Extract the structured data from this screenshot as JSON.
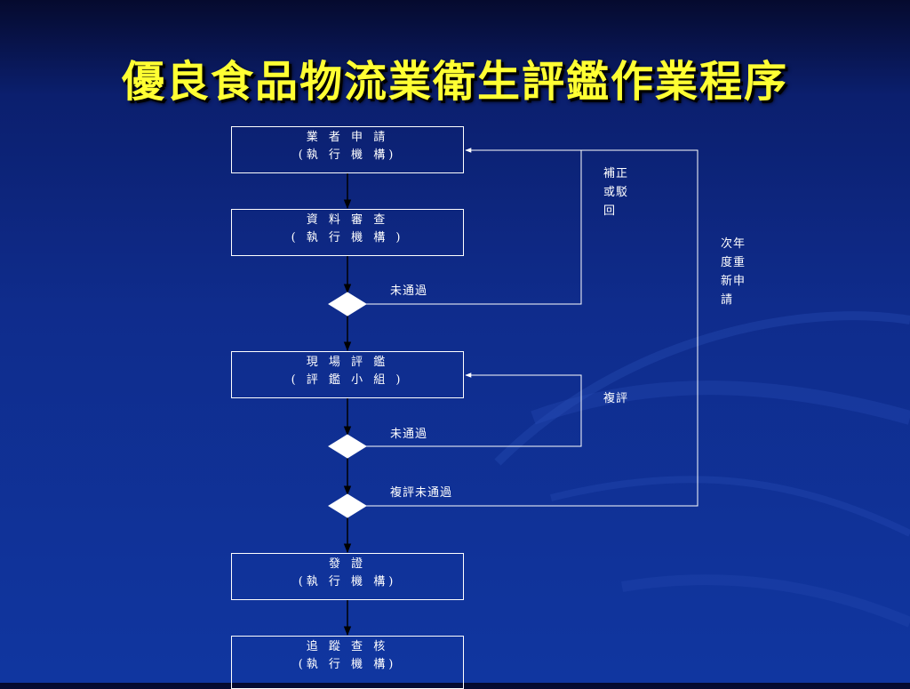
{
  "title": "優良食品物流業衛生評鑑作業程序",
  "colors": {
    "title": "#ffff33",
    "line": "#ffffff",
    "background": "#0f2c8c"
  },
  "steps": [
    {
      "line1": "業 者 申 請",
      "line2": "(執 行 機 構)"
    },
    {
      "line1": "資 料 審 查",
      "line2": "( 執 行 機 構 )"
    },
    {
      "line1": "現 場 評 鑑",
      "line2": "( 評 鑑 小 組 )"
    },
    {
      "line1": "發 證",
      "line2": "(執 行 機 構)"
    },
    {
      "line1": "追 蹤 查 核",
      "line2": "(執 行 機 構)"
    }
  ],
  "decision_labels": {
    "review_fail": "未通過",
    "inspection_fail": "未通過",
    "reinspection_fail": "複評未通過"
  },
  "loop_labels": {
    "correct_or_reject": [
      "補正",
      "或駁",
      "回"
    ],
    "reinspection": "複評",
    "reapply_next_year": [
      "次年",
      "度重",
      "新申",
      "請"
    ]
  }
}
